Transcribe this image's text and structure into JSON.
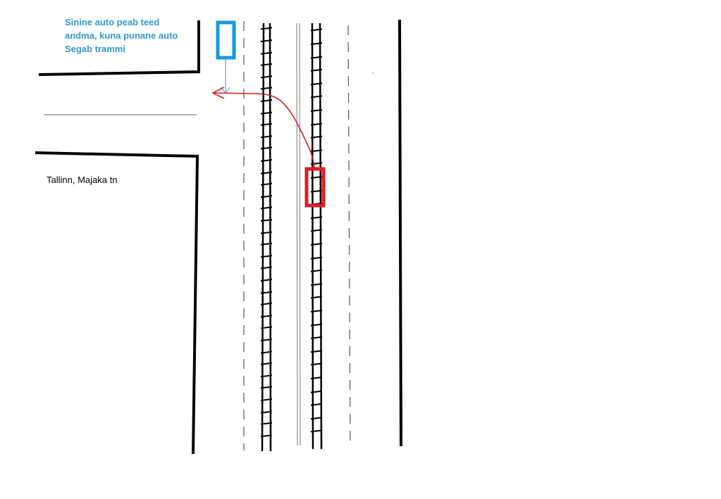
{
  "annotation": {
    "lines": [
      "Sinine auto peab teed",
      "andma, kuna punane auto",
      "Segab trammi"
    ],
    "color": "#3399cc"
  },
  "location_label": "Tallinn, Majaka tn",
  "vehicles": {
    "blue_car": {
      "color": "#1a9ad6"
    },
    "red_car": {
      "color": "#dd1f26"
    }
  },
  "colors": {
    "road_edge": "#000000",
    "lane_marking": "#333333",
    "turn_path": "#cc2222"
  }
}
